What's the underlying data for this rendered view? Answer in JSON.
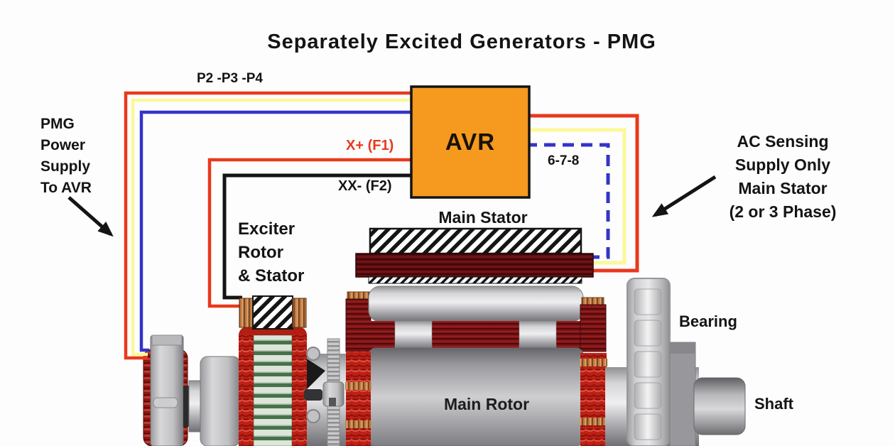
{
  "title": "Separately Excited Generators - PMG",
  "labels": {
    "p2_p3_p4": "P2 -P3 -P4",
    "x_f1": "X+ (F1)",
    "xx_f2": "XX- (F2)",
    "six_seven_eight": "6-7-8",
    "avr": "AVR",
    "pmg_power_supply": "PMG\nPower\nSupply\nTo AVR",
    "ac_sensing": "AC Sensing\nSupply Only\nMain Stator\n(2 or 3 Phase)",
    "exciter_rotor_stator": "Exciter\nRotor\n& Stator",
    "main_stator": "Main Stator",
    "main_rotor": "Main Rotor",
    "bearing": "Bearing",
    "shaft": "Shaft"
  },
  "colors": {
    "avr_box": "#F5991F",
    "avr_border": "#141414",
    "wire_red": "#E8391D",
    "wire_yellow": "#FBF89A",
    "wire_blue": "#3434C9",
    "wire_black": "#141414",
    "label_red": "#E8391D",
    "arrow_black": "#141414"
  }
}
